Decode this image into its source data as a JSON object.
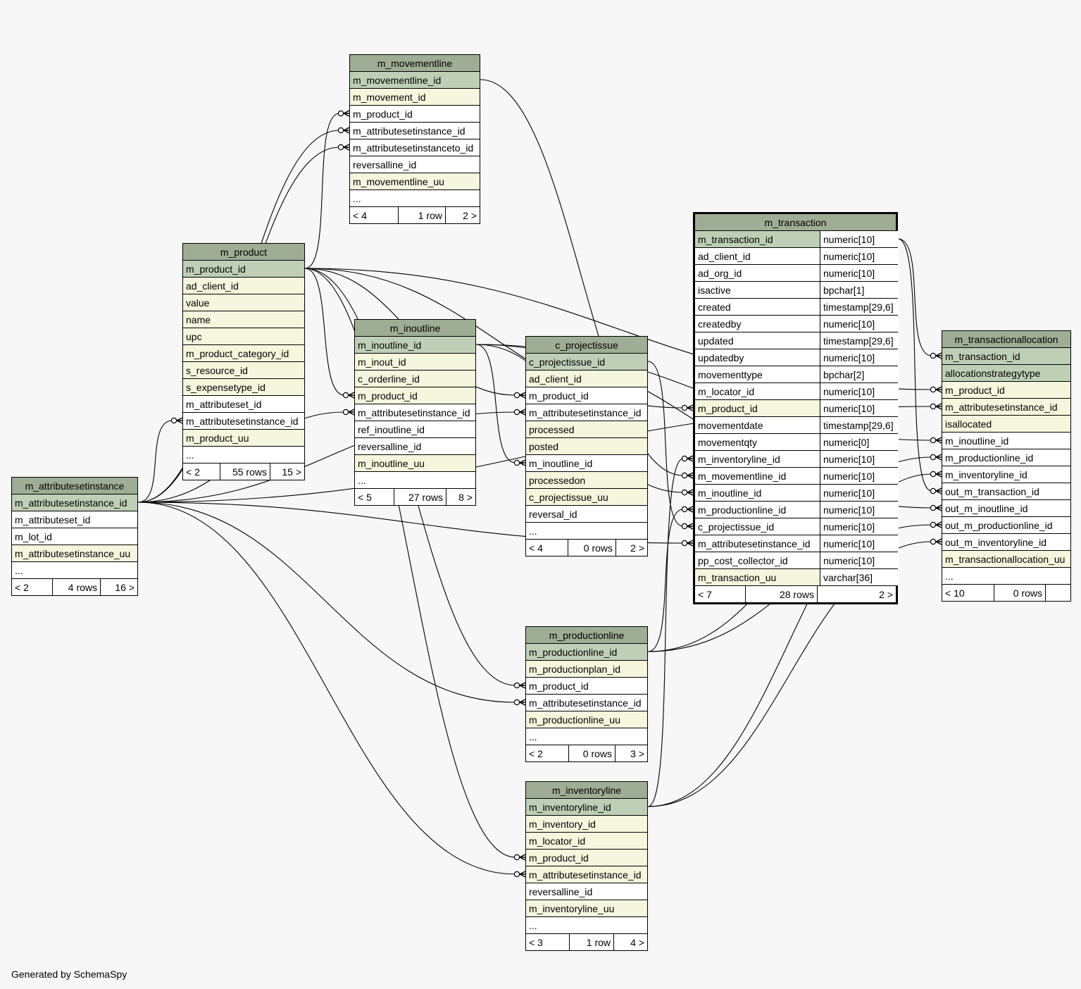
{
  "footer": "Generated by SchemaSpy",
  "tables": {
    "m_movementline": {
      "title": "m_movementline",
      "columns": [
        {
          "name": "m_movementline_id",
          "kind": "pk"
        },
        {
          "name": "m_movement_id",
          "kind": "fk"
        },
        {
          "name": "m_product_id",
          "kind": "col"
        },
        {
          "name": "m_attributesetinstance_id",
          "kind": "col"
        },
        {
          "name": "m_attributesetinstanceto_id",
          "kind": "col"
        },
        {
          "name": "reversalline_id",
          "kind": "col"
        },
        {
          "name": "m_movementline_uu",
          "kind": "fk"
        },
        {
          "name": "...",
          "kind": "col"
        }
      ],
      "footer": {
        "prev": "< 4",
        "count": "1 row",
        "next": "2 >"
      }
    },
    "m_product": {
      "title": "m_product",
      "columns": [
        {
          "name": "m_product_id",
          "kind": "pk"
        },
        {
          "name": "ad_client_id",
          "kind": "fk"
        },
        {
          "name": "value",
          "kind": "fk"
        },
        {
          "name": "name",
          "kind": "fk"
        },
        {
          "name": "upc",
          "kind": "fk"
        },
        {
          "name": "m_product_category_id",
          "kind": "fk"
        },
        {
          "name": "s_resource_id",
          "kind": "fk"
        },
        {
          "name": "s_expensetype_id",
          "kind": "fk"
        },
        {
          "name": "m_attributeset_id",
          "kind": "col"
        },
        {
          "name": "m_attributesetinstance_id",
          "kind": "col"
        },
        {
          "name": "m_product_uu",
          "kind": "fk"
        },
        {
          "name": "...",
          "kind": "col"
        }
      ],
      "footer": {
        "prev": "< 2",
        "count": "55 rows",
        "next": "15 >"
      }
    },
    "m_inoutline": {
      "title": "m_inoutline",
      "columns": [
        {
          "name": "m_inoutline_id",
          "kind": "pk"
        },
        {
          "name": "m_inout_id",
          "kind": "fk"
        },
        {
          "name": "c_orderline_id",
          "kind": "fk"
        },
        {
          "name": "m_product_id",
          "kind": "fk"
        },
        {
          "name": "m_attributesetinstance_id",
          "kind": "col"
        },
        {
          "name": "ref_inoutline_id",
          "kind": "col"
        },
        {
          "name": "reversalline_id",
          "kind": "col"
        },
        {
          "name": "m_inoutline_uu",
          "kind": "fk"
        },
        {
          "name": "...",
          "kind": "col"
        }
      ],
      "footer": {
        "prev": "< 5",
        "count": "27 rows",
        "next": "8 >"
      }
    },
    "c_projectissue": {
      "title": "c_projectissue",
      "columns": [
        {
          "name": "c_projectissue_id",
          "kind": "pk"
        },
        {
          "name": "ad_client_id",
          "kind": "fk"
        },
        {
          "name": "m_product_id",
          "kind": "col"
        },
        {
          "name": "m_attributesetinstance_id",
          "kind": "col"
        },
        {
          "name": "processed",
          "kind": "fk"
        },
        {
          "name": "posted",
          "kind": "fk"
        },
        {
          "name": "m_inoutline_id",
          "kind": "col"
        },
        {
          "name": "processedon",
          "kind": "fk"
        },
        {
          "name": "c_projectissue_uu",
          "kind": "fk"
        },
        {
          "name": "reversal_id",
          "kind": "col"
        },
        {
          "name": "...",
          "kind": "col"
        }
      ],
      "footer": {
        "prev": "< 4",
        "count": "0 rows",
        "next": "2 >"
      }
    },
    "m_transaction": {
      "title": "m_transaction",
      "columns": [
        {
          "name": "m_transaction_id",
          "type": "numeric[10]",
          "kind": "pk"
        },
        {
          "name": "ad_client_id",
          "type": "numeric[10]",
          "kind": "col"
        },
        {
          "name": "ad_org_id",
          "type": "numeric[10]",
          "kind": "col"
        },
        {
          "name": "isactive",
          "type": "bpchar[1]",
          "kind": "col"
        },
        {
          "name": "created",
          "type": "timestamp[29,6]",
          "kind": "col"
        },
        {
          "name": "createdby",
          "type": "numeric[10]",
          "kind": "col"
        },
        {
          "name": "updated",
          "type": "timestamp[29,6]",
          "kind": "col"
        },
        {
          "name": "updatedby",
          "type": "numeric[10]",
          "kind": "col"
        },
        {
          "name": "movementtype",
          "type": "bpchar[2]",
          "kind": "col"
        },
        {
          "name": "m_locator_id",
          "type": "numeric[10]",
          "kind": "col"
        },
        {
          "name": "m_product_id",
          "type": "numeric[10]",
          "kind": "fk"
        },
        {
          "name": "movementdate",
          "type": "timestamp[29,6]",
          "kind": "col"
        },
        {
          "name": "movementqty",
          "type": "numeric[0]",
          "kind": "col"
        },
        {
          "name": "m_inventoryline_id",
          "type": "numeric[10]",
          "kind": "col"
        },
        {
          "name": "m_movementline_id",
          "type": "numeric[10]",
          "kind": "col"
        },
        {
          "name": "m_inoutline_id",
          "type": "numeric[10]",
          "kind": "col"
        },
        {
          "name": "m_productionline_id",
          "type": "numeric[10]",
          "kind": "col"
        },
        {
          "name": "c_projectissue_id",
          "type": "numeric[10]",
          "kind": "col"
        },
        {
          "name": "m_attributesetinstance_id",
          "type": "numeric[10]",
          "kind": "col"
        },
        {
          "name": "pp_cost_collector_id",
          "type": "numeric[10]",
          "kind": "col"
        },
        {
          "name": "m_transaction_uu",
          "type": "varchar[36]",
          "kind": "fk"
        }
      ],
      "footer": {
        "prev": "< 7",
        "count": "28 rows",
        "next": "2 >"
      }
    },
    "m_transactionallocation": {
      "title": "m_transactionallocation",
      "columns": [
        {
          "name": "m_transaction_id",
          "kind": "pk"
        },
        {
          "name": "allocationstrategytype",
          "kind": "pk"
        },
        {
          "name": "m_product_id",
          "kind": "fk"
        },
        {
          "name": "m_attributesetinstance_id",
          "kind": "fk"
        },
        {
          "name": "isallocated",
          "kind": "fk"
        },
        {
          "name": "m_inoutline_id",
          "kind": "col"
        },
        {
          "name": "m_productionline_id",
          "kind": "col"
        },
        {
          "name": "m_inventoryline_id",
          "kind": "col"
        },
        {
          "name": "out_m_transaction_id",
          "kind": "col"
        },
        {
          "name": "out_m_inoutline_id",
          "kind": "col"
        },
        {
          "name": "out_m_productionline_id",
          "kind": "col"
        },
        {
          "name": "out_m_inventoryline_id",
          "kind": "col"
        },
        {
          "name": "m_transactionallocation_uu",
          "kind": "fk"
        },
        {
          "name": "...",
          "kind": "col"
        }
      ],
      "footer": {
        "prev": "< 10",
        "count": "0 rows",
        "next": ""
      }
    },
    "m_attributesetinstance": {
      "title": "m_attributesetinstance",
      "columns": [
        {
          "name": "m_attributesetinstance_id",
          "kind": "pk"
        },
        {
          "name": "m_attributeset_id",
          "kind": "col"
        },
        {
          "name": "m_lot_id",
          "kind": "col"
        },
        {
          "name": "m_attributesetinstance_uu",
          "kind": "fk"
        },
        {
          "name": "...",
          "kind": "col"
        }
      ],
      "footer": {
        "prev": "< 2",
        "count": "4 rows",
        "next": "16 >"
      }
    },
    "m_productionline": {
      "title": "m_productionline",
      "columns": [
        {
          "name": "m_productionline_id",
          "kind": "pk"
        },
        {
          "name": "m_productionplan_id",
          "kind": "fk"
        },
        {
          "name": "m_product_id",
          "kind": "col"
        },
        {
          "name": "m_attributesetinstance_id",
          "kind": "col"
        },
        {
          "name": "m_productionline_uu",
          "kind": "fk"
        },
        {
          "name": "...",
          "kind": "col"
        }
      ],
      "footer": {
        "prev": "< 2",
        "count": "0 rows",
        "next": "3 >"
      }
    },
    "m_inventoryline": {
      "title": "m_inventoryline",
      "columns": [
        {
          "name": "m_inventoryline_id",
          "kind": "pk"
        },
        {
          "name": "m_inventory_id",
          "kind": "fk"
        },
        {
          "name": "m_locator_id",
          "kind": "fk"
        },
        {
          "name": "m_product_id",
          "kind": "fk"
        },
        {
          "name": "m_attributesetinstance_id",
          "kind": "fk"
        },
        {
          "name": "reversalline_id",
          "kind": "col"
        },
        {
          "name": "m_inventoryline_uu",
          "kind": "fk"
        },
        {
          "name": "...",
          "kind": "col"
        }
      ],
      "footer": {
        "prev": "< 3",
        "count": "1 row",
        "next": "4 >"
      }
    }
  },
  "relationships": [
    {
      "from": "m_product.m_product_id",
      "to": "m_movementline.m_product_id"
    },
    {
      "from": "m_attributesetinstance.m_attributesetinstance_id",
      "to": "m_movementline.m_attributesetinstance_id"
    },
    {
      "from": "m_attributesetinstance.m_attributesetinstance_id",
      "to": "m_movementline.m_attributesetinstanceto_id"
    },
    {
      "from": "m_attributesetinstance.m_attributesetinstance_id",
      "to": "m_product.m_attributesetinstance_id"
    },
    {
      "from": "m_product.m_product_id",
      "to": "m_inoutline.m_product_id"
    },
    {
      "from": "m_attributesetinstance.m_attributesetinstance_id",
      "to": "m_inoutline.m_attributesetinstance_id"
    },
    {
      "from": "m_product.m_product_id",
      "to": "c_projectissue.m_product_id"
    },
    {
      "from": "m_attributesetinstance.m_attributesetinstance_id",
      "to": "c_projectissue.m_attributesetinstance_id"
    },
    {
      "from": "m_inoutline.m_inoutline_id",
      "to": "c_projectissue.m_inoutline_id"
    },
    {
      "from": "m_product.m_product_id",
      "to": "m_transaction.m_product_id"
    },
    {
      "from": "m_inventoryline.m_inventoryline_id",
      "to": "m_transaction.m_inventoryline_id"
    },
    {
      "from": "m_movementline.m_movementline_id",
      "to": "m_transaction.m_movementline_id"
    },
    {
      "from": "m_inoutline.m_inoutline_id",
      "to": "m_transaction.m_inoutline_id"
    },
    {
      "from": "m_productionline.m_productionline_id",
      "to": "m_transaction.m_productionline_id"
    },
    {
      "from": "c_projectissue.c_projectissue_id",
      "to": "m_transaction.c_projectissue_id"
    },
    {
      "from": "m_attributesetinstance.m_attributesetinstance_id",
      "to": "m_transaction.m_attributesetinstance_id"
    },
    {
      "from": "m_transaction.m_transaction_id",
      "to": "m_transactionallocation.m_transaction_id"
    },
    {
      "from": "m_product.m_product_id",
      "to": "m_transactionallocation.m_product_id"
    },
    {
      "from": "m_attributesetinstance.m_attributesetinstance_id",
      "to": "m_transactionallocation.m_attributesetinstance_id"
    },
    {
      "from": "m_inoutline.m_inoutline_id",
      "to": "m_transactionallocation.m_inoutline_id"
    },
    {
      "from": "m_productionline.m_productionline_id",
      "to": "m_transactionallocation.m_productionline_id"
    },
    {
      "from": "m_inventoryline.m_inventoryline_id",
      "to": "m_transactionallocation.m_inventoryline_id"
    },
    {
      "from": "m_transaction.m_transaction_id",
      "to": "m_transactionallocation.out_m_transaction_id"
    },
    {
      "from": "m_inoutline.m_inoutline_id",
      "to": "m_transactionallocation.out_m_inoutline_id"
    },
    {
      "from": "m_productionline.m_productionline_id",
      "to": "m_transactionallocation.out_m_productionline_id"
    },
    {
      "from": "m_inventoryline.m_inventoryline_id",
      "to": "m_transactionallocation.out_m_inventoryline_id"
    },
    {
      "from": "m_product.m_product_id",
      "to": "m_productionline.m_product_id"
    },
    {
      "from": "m_attributesetinstance.m_attributesetinstance_id",
      "to": "m_productionline.m_attributesetinstance_id"
    },
    {
      "from": "m_product.m_product_id",
      "to": "m_inventoryline.m_product_id"
    },
    {
      "from": "m_attributesetinstance.m_attributesetinstance_id",
      "to": "m_inventoryline.m_attributesetinstance_id"
    }
  ]
}
